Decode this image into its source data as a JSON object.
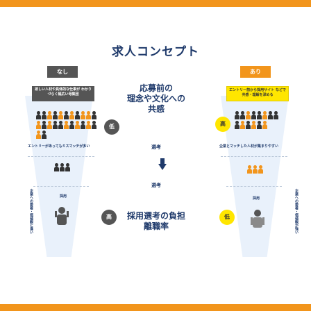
{
  "title": "求人コンセプト",
  "left": {
    "tag": "なし",
    "box": "欲しい人材や具体的な仕事が わかりづらく幅広い母集団",
    "entry_note": "エントリーがあってもミスマッチが多い",
    "hire": "採用",
    "vertical": "企業への愛着・価値観に違い",
    "circle_top": "低",
    "circle_bottom": "高"
  },
  "right": {
    "tag": "あり",
    "box": "エントリー前から採用サイト などで共感・理解を深める",
    "entry_note": "企業とマッチした人材が集まりやすい",
    "hire": "採用",
    "vertical": "企業への愛着・価値観が強い",
    "circle_top": "高",
    "circle_bottom": "低"
  },
  "center": {
    "concept": "応募前の 理念や文化への 共感",
    "stage1": "選考",
    "stage2": "選考",
    "burden": "採用選考の負担 離職率"
  },
  "colors": {
    "accent": "#f2951c",
    "navy": "#1f3a6b",
    "grey": "#555555",
    "yellow": "#ffe600"
  }
}
